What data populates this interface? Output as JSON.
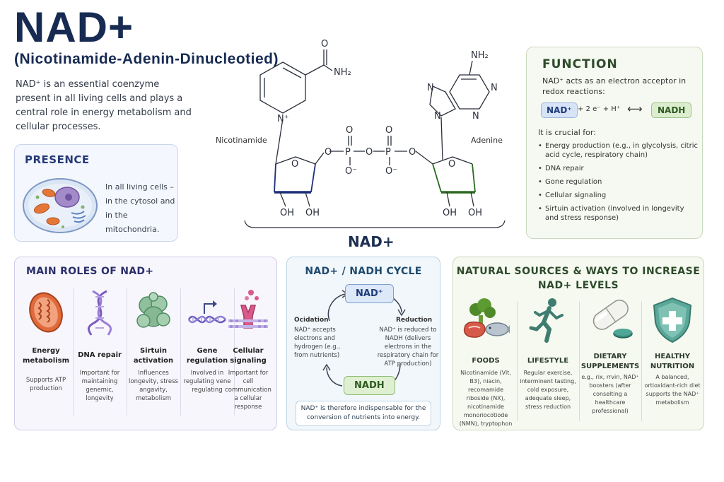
{
  "header": {
    "title": "NAD+",
    "subtitle": "(Nicotinamide-Adenin-Dinucleotied)",
    "intro": "NAD⁺ is an essential coenzyme present in all living cells and plays a central role in energy metabolism and cellular processes."
  },
  "presence": {
    "title": "PRESENCE",
    "text": "In all living cells – in the cytosol and in the mitochondria."
  },
  "molecule": {
    "nicotinamide_label": "Nicotinamide",
    "adenine_label": "Adenine",
    "name": "NAD+",
    "atoms": {
      "o": "O",
      "nh2": "NH₂",
      "n_plus": "N⁺",
      "n": "N",
      "p": "P",
      "o_minus": "O⁻",
      "oh": "OH"
    }
  },
  "function": {
    "title": "FUNCTION",
    "description": "NAD⁺ acts as an electron acceptor in redox reactions:",
    "reaction_left": "NAD⁺",
    "reaction_middle": "+ 2 e⁻  + H⁺",
    "reaction_arrow": "⟷",
    "reaction_right": "NADH",
    "crucial_intro": "It is crucial for:",
    "items": [
      "Energy production (e.g., in glycolysis, citric acid cycle, respiratory chain)",
      "DNA repair",
      "Gone regulation",
      "Cellular signaling",
      "Sirtuin activation (involved in longevity and stress response)"
    ]
  },
  "roles": {
    "title": "MAIN ROLES OF NAD+",
    "items": [
      {
        "name": "Energy metabolism",
        "desc": "Supports ATP production",
        "icon": "mitochondrion-icon"
      },
      {
        "name": "DNA repair",
        "desc": "Important for maintaining genemic, longevity",
        "icon": "dna-icon"
      },
      {
        "name": "Sirtuin activation",
        "desc": "Influences longevity, stress angavity, metabolism",
        "icon": "protein-icon"
      },
      {
        "name": "Gene regulation",
        "desc": "Involved in regulating vene regulating",
        "icon": "gene-icon"
      },
      {
        "name": "Cellular signaling",
        "desc": "Important for cell communication a cellular response",
        "icon": "receptor-icon"
      }
    ]
  },
  "cycle": {
    "title": "NAD+ / NADH CYCLE",
    "nad": "NAD⁺",
    "nadh": "NADH",
    "oxidation_title": "Ocidation",
    "oxidation_text": "NAD⁺ accepts electrons and hydrogen (e.g., from nutrients)",
    "reduction_title": "Reduction",
    "reduction_text": "NAD⁺ is reduced to NADH (delivers electrons in the respiratory chain for ATP production)",
    "note": "NAD⁺ is therefore indispensable for the conversion of nutrients into energy."
  },
  "sources": {
    "title": "NATURAL SOURCES & WAYS TO INCREASE NAD+ LEVELS",
    "items": [
      {
        "name": "FOODS",
        "desc": "Nicotinamide (Vit, B3), niacin, recomamide riboside (NX), nicotinamide monoriocotiode (NMN), tryptophon",
        "icon": "food-icon"
      },
      {
        "name": "LIFESTYLE",
        "desc": "Regular exercise, interminent tasting, cold exposure, adequate sleep, stress reduction",
        "icon": "runner-icon"
      },
      {
        "name": "DIETARY SUPPLEMENTS",
        "desc": "e.g., rix, rrvirı, NAD⁺ boosters (after conselting a healthcare professional)",
        "icon": "capsule-icon"
      },
      {
        "name": "HEALTHY NUTRITION",
        "desc": "A balanced, ortioxidant-rich diet supports the NAD⁺ metabolism",
        "icon": "shield-icon"
      }
    ]
  },
  "colors": {
    "title": "#172b52",
    "nad_blue": "#1f3d7a",
    "nadh_green": "#2e5a22",
    "ribose_blue": "#1d2f7a",
    "ribose_green": "#2b6a22"
  }
}
